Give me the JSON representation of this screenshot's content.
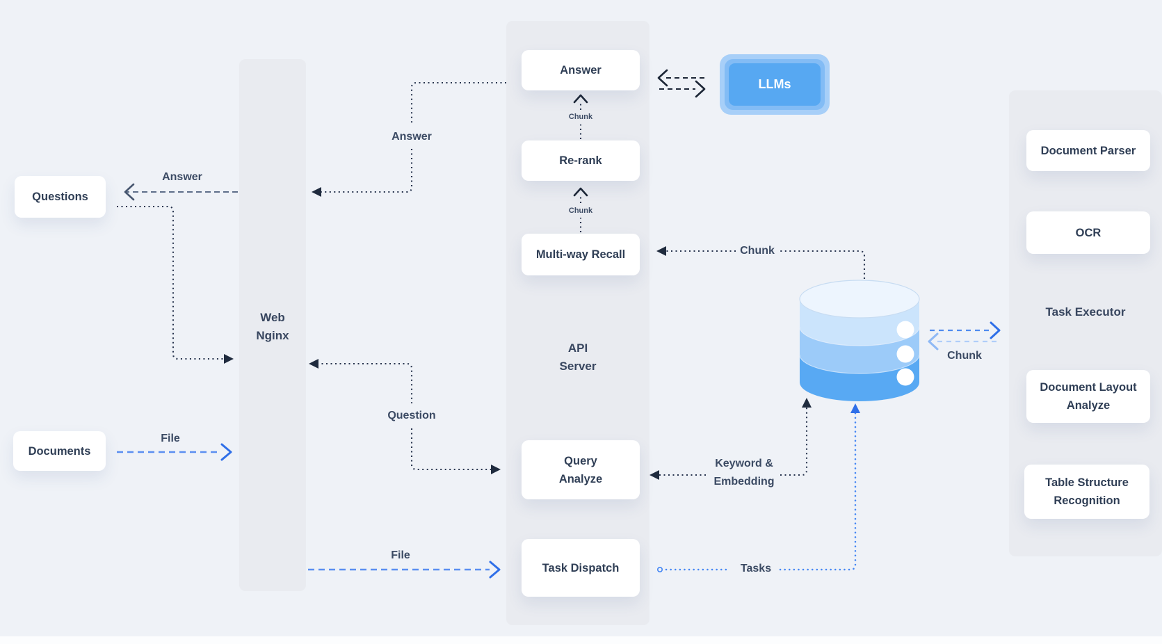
{
  "columns": {
    "web": {
      "line1": "Web",
      "line2": "Nginx"
    },
    "api": {
      "line1": "API",
      "line2": "Server"
    }
  },
  "boxes": {
    "questions": {
      "label": "Questions"
    },
    "documents": {
      "label": "Documents"
    },
    "answer": {
      "label": "Answer"
    },
    "rerank": {
      "label": "Re-rank"
    },
    "multiway_recall": {
      "label": "Multi-way Recall"
    },
    "query_analyze": {
      "line1": "Query",
      "line2": "Analyze"
    },
    "task_dispatch": {
      "label": "Task Dispatch"
    },
    "llms": {
      "label": "LLMs"
    },
    "document_parser": {
      "label": "Document Parser"
    },
    "ocr": {
      "label": "OCR"
    },
    "task_executor": {
      "label": "Task Executor"
    },
    "document_layout_analyze": {
      "line1": "Document Layout",
      "line2": "Analyze"
    },
    "table_structure_recognition": {
      "line1": "Table Structure",
      "line2": "Recognition"
    }
  },
  "edge_labels": {
    "web_to_questions": "Answer",
    "api_to_web": "Answer",
    "rerank_to_answer": "Chunk",
    "recall_to_rerank": "Chunk",
    "db_to_recall": "Chunk",
    "web_to_query": "Question",
    "documents_to_web": "File",
    "web_to_dispatch": "File",
    "keyword_line1": "Keyword &",
    "keyword_line2": "Embedding",
    "dispatch_to_db": "Tasks",
    "db_to_executor": "Chunk"
  },
  "colors": {
    "background": "#eff2f7",
    "column": "#e9ebf0",
    "box_text": "#2f3e55",
    "label_text": "#3c4b64",
    "dark_line": "#26334d",
    "slate_dash": "#5d6e89",
    "blue": "#3f83f2",
    "blue_strong": "#2f6fe8",
    "light_blue": "#9dc3f8",
    "llms_outer": "#a7cff8",
    "llms_mid": "#83bcf5",
    "llms_inner": "#57a8f2",
    "db_top": "#edf5fe",
    "db_band1": "#cbe4fc",
    "db_band2": "#9ccbf9",
    "db_band3": "#58a9f3"
  }
}
